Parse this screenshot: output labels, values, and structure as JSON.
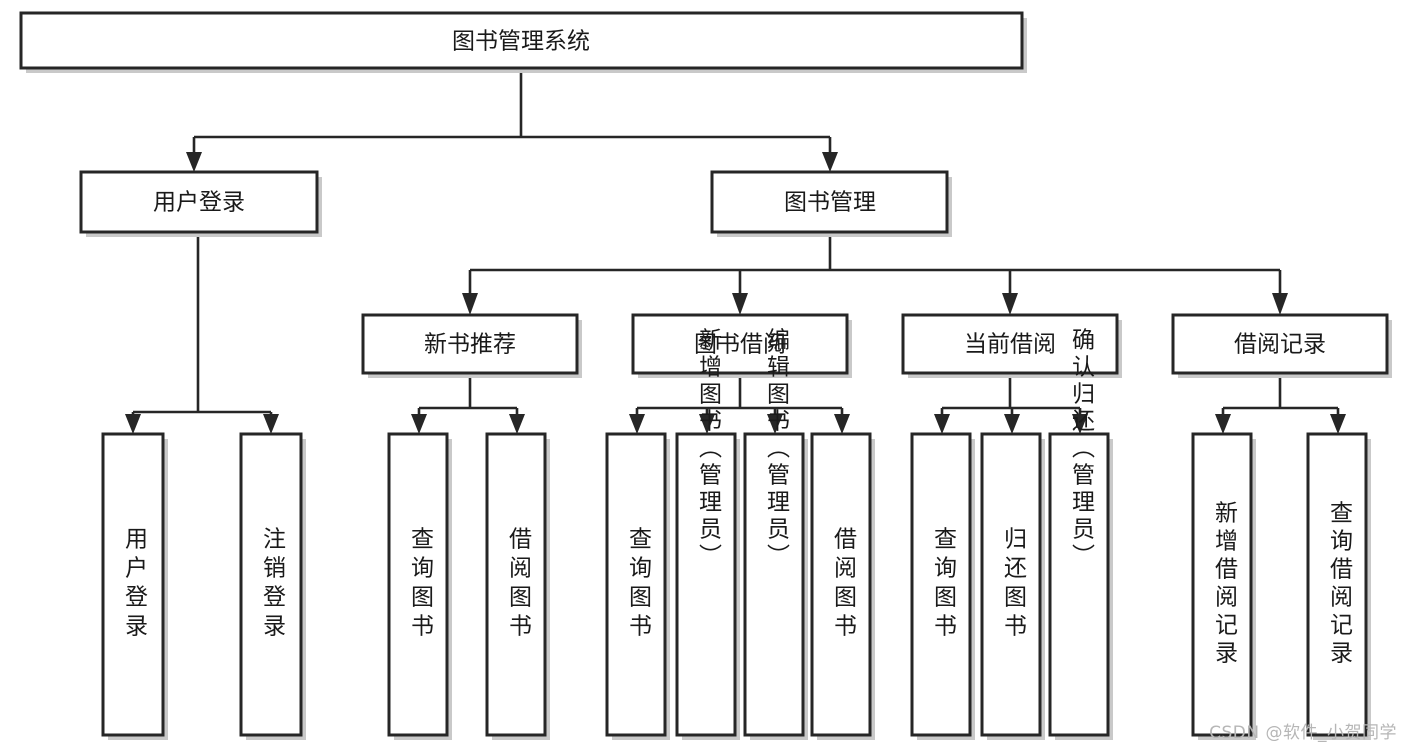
{
  "diagram": {
    "title": "图书管理系统",
    "watermark": "CSDN @软件_小贺同学",
    "colors": {
      "stroke": "#262626",
      "fill": "#ffffff",
      "shadow": "#c9c9c9",
      "text": "#1a1a1a",
      "watermark": "#b6b6b6"
    },
    "nodes": {
      "root": {
        "label": "图书管理系统"
      },
      "level2": [
        {
          "label": "用户登录"
        },
        {
          "label": "图书管理"
        }
      ],
      "level3": [
        {
          "label": "新书推荐"
        },
        {
          "label": "图书借阅"
        },
        {
          "label": "当前借阅"
        },
        {
          "label": "借阅记录"
        }
      ],
      "leaves": {
        "user_login": [
          {
            "label": "用户登录"
          },
          {
            "label": "注销登录"
          }
        ],
        "new_book_recommend": [
          {
            "label": "查询图书"
          },
          {
            "label": "借阅图书"
          }
        ],
        "book_borrow": [
          {
            "label": "查询图书"
          },
          {
            "label": "新增图书（管理员）"
          },
          {
            "label": "编辑图书（管理员）"
          },
          {
            "label": "借阅图书"
          }
        ],
        "current_borrow": [
          {
            "label": "查询图书"
          },
          {
            "label": "归还图书"
          },
          {
            "label": "确认归还（管理员）"
          }
        ],
        "borrow_record": [
          {
            "label": "新增借阅记录"
          },
          {
            "label": "查询借阅记录"
          }
        ]
      }
    }
  }
}
